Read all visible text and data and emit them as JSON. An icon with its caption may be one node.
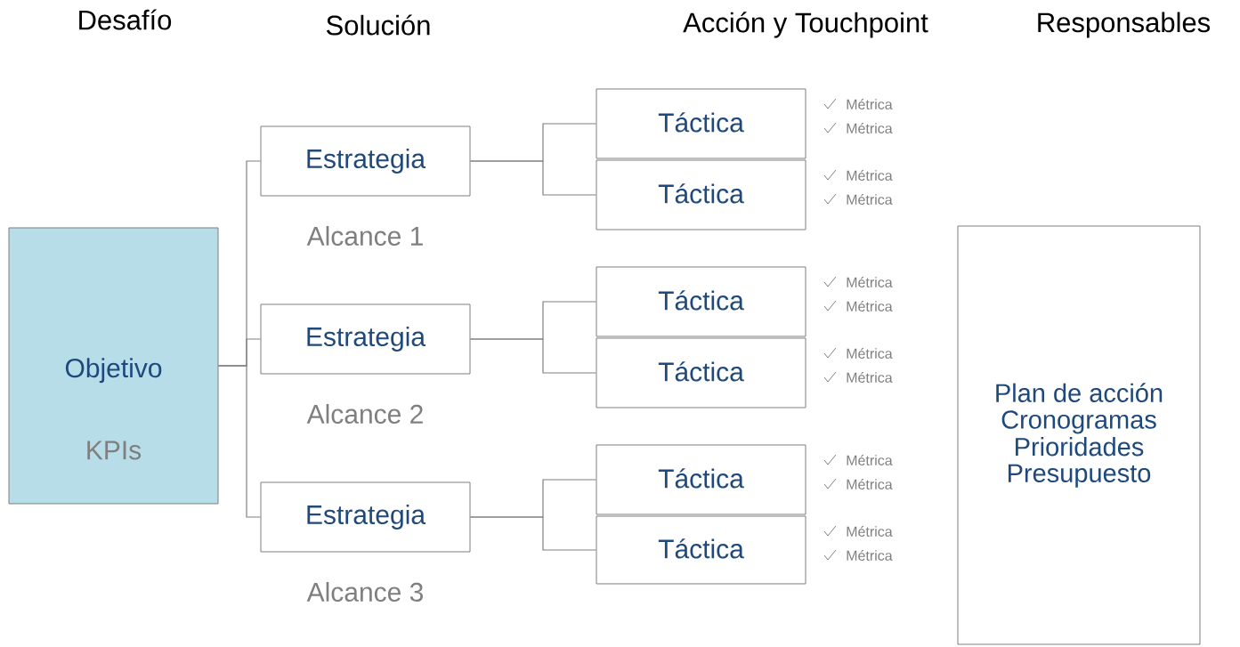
{
  "diagram": {
    "nodes": [
      {
        "text": [
          "Objetivo",
          "KPIs"
        ]
      },
      {
        "text": [
          "Estrategia"
        ],
        "beside": [
          "Alcance 1"
        ]
      },
      {
        "text": [
          "Estrategia"
        ],
        "beside": [
          "Alcance 2"
        ]
      },
      {
        "text": [
          "Estrategia"
        ],
        "beside": [
          "Alcance 3"
        ]
      },
      {
        "text": [
          "Táctica"
        ],
        "beside": [
          "Métrica",
          "Métrica"
        ]
      },
      {
        "text": [
          "Táctica"
        ],
        "beside": [
          "Métrica",
          "Métrica"
        ]
      },
      {
        "text": [
          "Táctica"
        ],
        "beside": [
          "Métrica",
          "Métrica"
        ]
      },
      {
        "text": [
          "Táctica"
        ],
        "beside": [
          "Métrica",
          "Métrica"
        ]
      },
      {
        "text": [
          "Táctica"
        ],
        "beside": [
          "Métrica",
          "Métrica"
        ]
      },
      {
        "text": [
          "Táctica"
        ],
        "beside": [
          "Métrica",
          "Métrica"
        ]
      },
      {
        "text": [
          "Plan de acción",
          "Cronogramas",
          "Prioridades",
          "Presupuesto"
        ]
      }
    ],
    "edges": [
      {
        "from": 0,
        "to": 1,
        "arrow": "none"
      },
      {
        "from": 0,
        "to": 2,
        "arrow": "none"
      },
      {
        "from": 0,
        "to": 3,
        "arrow": "none"
      },
      {
        "from": 1,
        "to": 4,
        "arrow": "none"
      },
      {
        "from": 1,
        "to": 5,
        "arrow": "none"
      },
      {
        "from": 2,
        "to": 6,
        "arrow": "none"
      },
      {
        "from": 2,
        "to": 7,
        "arrow": "none"
      },
      {
        "from": 3,
        "to": 8,
        "arrow": "none"
      },
      {
        "from": 3,
        "to": 9,
        "arrow": "none"
      }
    ],
    "labels": [
      "Desafío",
      "Solución",
      "Acción y Touchpoint",
      "Responsables"
    ]
  }
}
